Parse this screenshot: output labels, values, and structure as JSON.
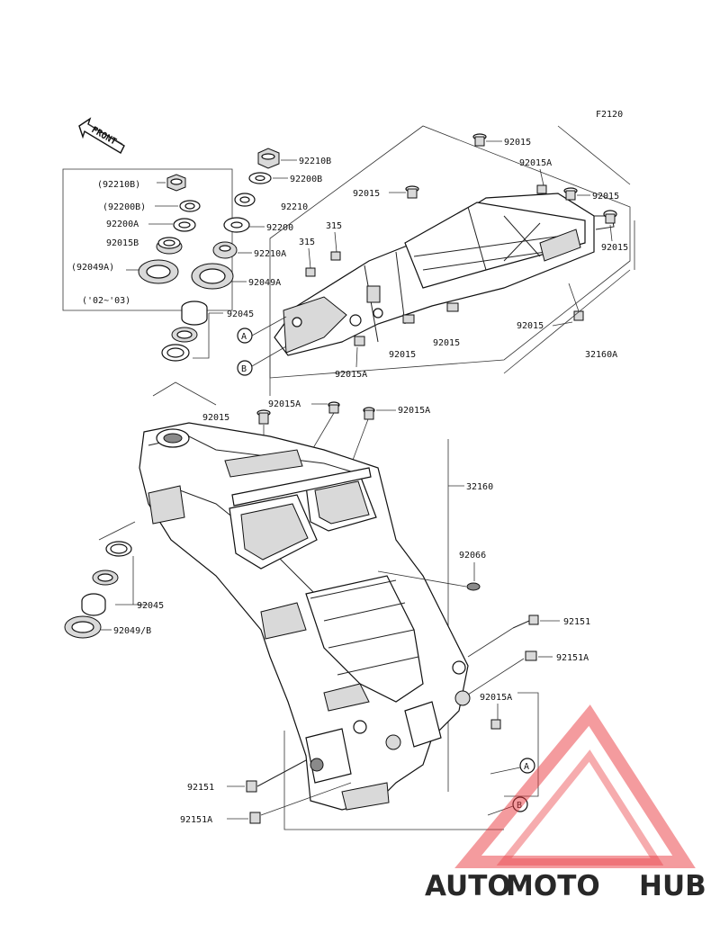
{
  "figure_code": "F2120",
  "front_label": "FRONT",
  "labels": {
    "p92210B": "92210B",
    "p92200B": "92200B",
    "p92210": "92210",
    "p92200": "92200",
    "p92210A": "92210A",
    "p92049A": "92049A",
    "p92045_top": "92045",
    "p315_a": "315",
    "p315_b": "315",
    "box_92210B": "(92210B)",
    "box_92200B": "(92200B)",
    "box_92200A": "92200A",
    "box_92015B": "92015B",
    "box_92049A": "(92049A)",
    "box_years": "('02~'03)",
    "sf_92015_top": "92015",
    "sf_92015A_top": "92015A",
    "sf_92015_left": "92015",
    "sf_92015_right": "92015",
    "sf_92015_right2": "92015",
    "sf_92015_bottom": "92015",
    "sf_92015_mid": "92015",
    "sf_92015_low": "92015",
    "sf_92015A_low": "92015A",
    "sf_32160A": "32160A",
    "mf_92015": "92015",
    "mf_92015A_a": "92015A",
    "mf_92015A_b": "92015A",
    "mf_32160": "32160",
    "mf_92066": "92066",
    "mf_92151_r": "92151",
    "mf_92151A_r": "92151A",
    "mf_92015A_r": "92015A",
    "mf_92045_l": "92045",
    "mf_92049B": "92049/B",
    "mf_92151_l": "92151",
    "mf_92151A_l": "92151A",
    "ref_A": "A",
    "ref_B": "B",
    "ref_A2": "A",
    "ref_B2": "B"
  },
  "watermark": {
    "text_auto": "AUTO",
    "text_moto": "MOTO",
    "text_hub": "HUB",
    "color_primary": "#e8343a",
    "color_secondary": "#f0a33a",
    "color_dark": "#5a5a5a"
  }
}
